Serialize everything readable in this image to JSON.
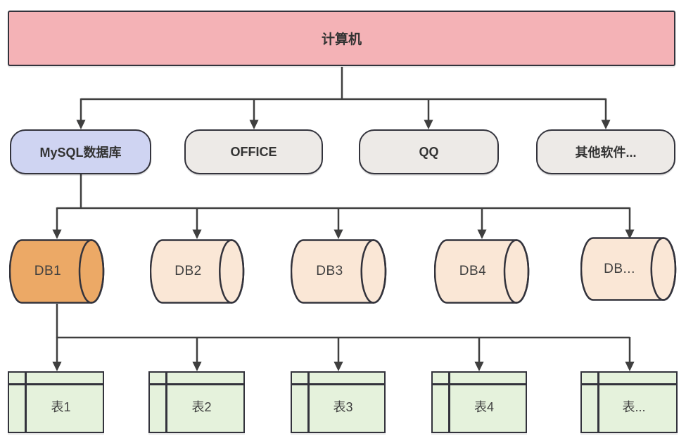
{
  "diagram": {
    "root": {
      "label": "计算机"
    },
    "applications": [
      {
        "label": "MySQL数据库"
      },
      {
        "label": "OFFICE"
      },
      {
        "label": "QQ"
      },
      {
        "label": "其他软件..."
      }
    ],
    "databases": [
      {
        "label": "DB1"
      },
      {
        "label": "DB2"
      },
      {
        "label": "DB3"
      },
      {
        "label": "DB4"
      },
      {
        "label": "DB..."
      }
    ],
    "tables": [
      {
        "label": "表1"
      },
      {
        "label": "表2"
      },
      {
        "label": "表3"
      },
      {
        "label": "表4"
      },
      {
        "label": "表..."
      }
    ]
  },
  "colors": {
    "root_fill": "#F4B2B6",
    "mysql_fill": "#CFD4F2",
    "app_fill": "#EDEAE7",
    "db_highlight_fill": "#ECA966",
    "db_fill": "#FAE7D6",
    "table_fill": "#E5F2DC",
    "shape_stroke": "#33333C",
    "connector": "#3F3F3F",
    "text": "#333333"
  }
}
